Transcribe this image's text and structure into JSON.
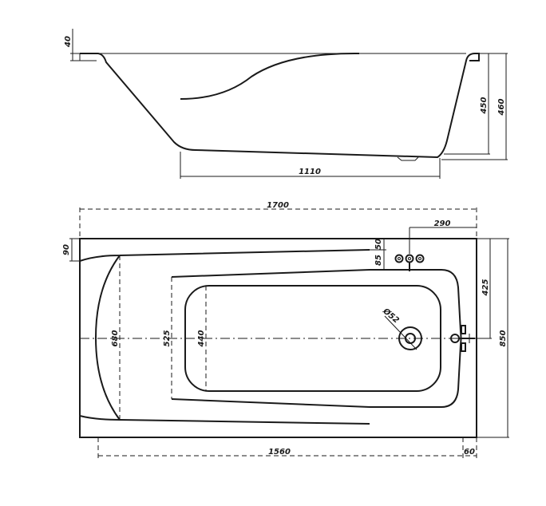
{
  "side_view": {
    "dims": {
      "rim": "40",
      "depth_inner": "450",
      "depth_total": "460",
      "bottom_length": "1110"
    }
  },
  "top_view": {
    "dims": {
      "length": "1700",
      "drain_offset": "290",
      "rim_side": "90",
      "rim_top": "50",
      "rim_inner": "85",
      "half_width": "425",
      "total_width": "850",
      "inner_width": "680",
      "bottom_width_outer": "525",
      "bottom_width_inner": "440",
      "drain_diameter": "Ø52",
      "inner_length": "1560",
      "end_rim": "60"
    }
  }
}
